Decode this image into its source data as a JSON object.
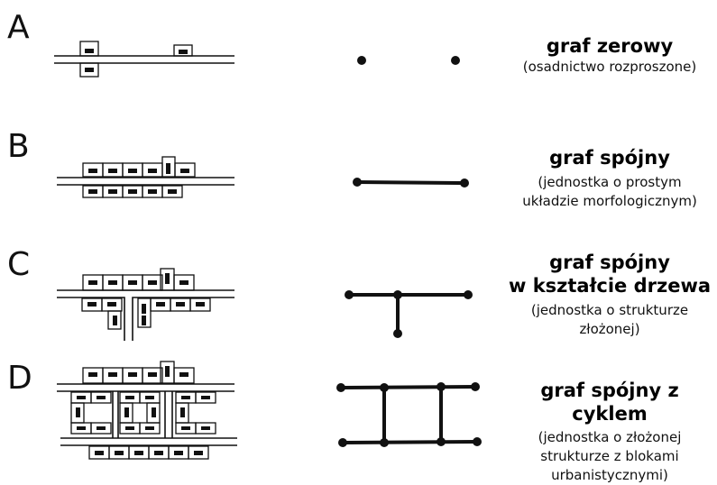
{
  "rows": [
    {
      "letter": "A",
      "title_lines": [
        "graf zerowy"
      ],
      "subtitle_lines": [
        "(osadnictwo rozproszone)"
      ]
    },
    {
      "letter": "B",
      "title_lines": [
        "graf spójny"
      ],
      "subtitle_lines": [
        "(jednostka o prostym",
        "układzie morfologicznym)"
      ]
    },
    {
      "letter": "C",
      "title_lines": [
        "graf spójny",
        "w kształcie drzewa"
      ],
      "subtitle_lines": [
        "(jednostka o strukturze",
        "złożonej)"
      ]
    },
    {
      "letter": "D",
      "title_lines": [
        "graf spójny z cyklem"
      ],
      "subtitle_lines": [
        "(jednostka o złożonej",
        "strukturze z blokami",
        "urbanistycznymi)"
      ]
    }
  ]
}
